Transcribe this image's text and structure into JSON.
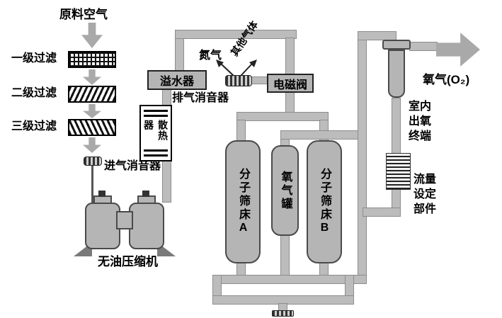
{
  "colors": {
    "pipe": "#bcbcbc",
    "pipe_border": "#8d8d8d",
    "vessel_gray": "#b5b5b5",
    "arrow_gray": "#a9a9a9",
    "ink": "#000000"
  },
  "left_chain": {
    "raw_air": "原料空气",
    "filters": [
      {
        "label": "一级过滤"
      },
      {
        "label": "二级过滤"
      },
      {
        "label": "三级过滤"
      }
    ],
    "intake_muffler": "进气消音器",
    "compressor": "无油压缩机"
  },
  "middle": {
    "radiator": "散热器",
    "water_trap": "溢水器",
    "exhaust_muffler": "排气消音器",
    "nitrogen": "氮气",
    "other_gases": "其他气体",
    "solenoid_valve": "电磁阀",
    "sieve_bed_a": "分子筛床A",
    "oxygen_tank": "氧气罐",
    "sieve_bed_b": "分子筛床B"
  },
  "right": {
    "indoor_terminal": "室内出氧终端",
    "flow_setting": "流量设定部件",
    "oxygen_out": "氧气(O₂)"
  }
}
